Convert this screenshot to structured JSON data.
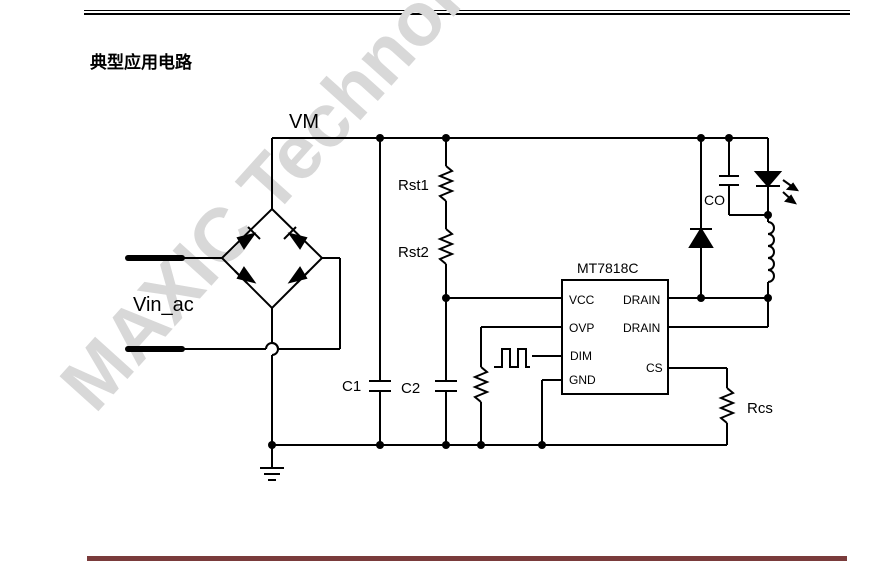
{
  "heading": "典型应用电路",
  "watermark": "MAXIC Technolo",
  "chip": {
    "name": "MT7818C",
    "pins_left": [
      "VCC",
      "OVP",
      "DIM",
      "GND"
    ],
    "pins_right": [
      "DRAIN",
      "DRAIN",
      "CS"
    ]
  },
  "labels": {
    "vm": "VM",
    "vin": "Vin_ac",
    "rst1": "Rst1",
    "rst2": "Rst2",
    "c1": "C1",
    "c2": "C2",
    "co": "CO",
    "rcs": "Rcs"
  },
  "colors": {
    "footer_rule": "#7a3b3b",
    "watermark": "#d8d8d8"
  }
}
